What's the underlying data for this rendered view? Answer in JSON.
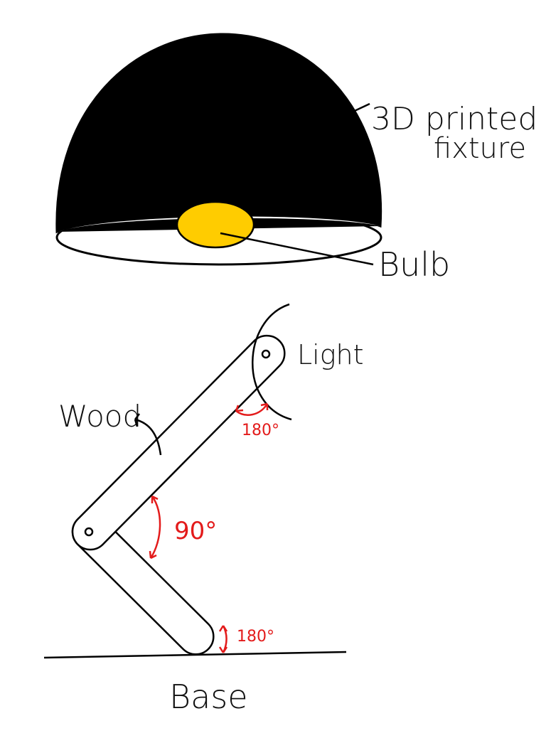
{
  "labels": {
    "fixture_line1": "3D printed",
    "fixture_line2": "fixture",
    "bulb": "Bulb",
    "light": "Light",
    "wood": "Wood",
    "base": "Base",
    "angle_top": "180°",
    "angle_middle": "90°",
    "angle_bottom": "180°"
  },
  "colors": {
    "shade": "#000000",
    "bulb": "#FFCC00",
    "angle_annotation": "#E31B1B"
  }
}
